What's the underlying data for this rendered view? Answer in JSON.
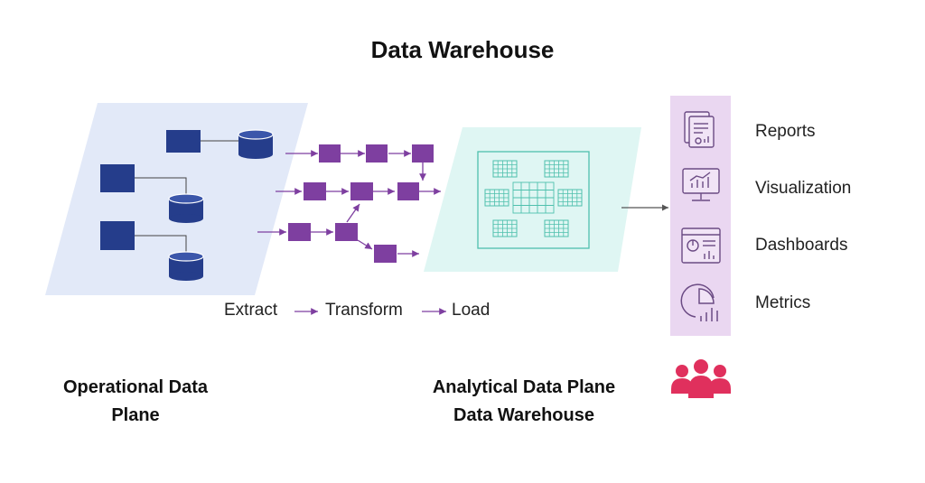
{
  "title": "Data Warehouse",
  "etl": {
    "extract": "Extract",
    "transform": "Transform",
    "load": "Load"
  },
  "planes": {
    "operational": {
      "line1": "Operational Data",
      "line2": "Plane"
    },
    "analytical": {
      "line1": "Analytical Data Plane",
      "line2": "Data Warehouse"
    }
  },
  "outputs": [
    {
      "label": "Reports",
      "icon": "report-icon"
    },
    {
      "label": "Visualization",
      "icon": "visualization-icon"
    },
    {
      "label": "Dashboards",
      "icon": "dashboard-icon"
    },
    {
      "label": "Metrics",
      "icon": "metrics-icon"
    }
  ],
  "colors": {
    "operational_bg": "#e2e9f8",
    "db_blue": "#253d8b",
    "etl_purple": "#7e3fa0",
    "analytical_bg": "#dff6f3",
    "warehouse_teal": "#4fc0ad",
    "outputs_bg": "#ead7f1",
    "people_red": "#e0305d"
  }
}
